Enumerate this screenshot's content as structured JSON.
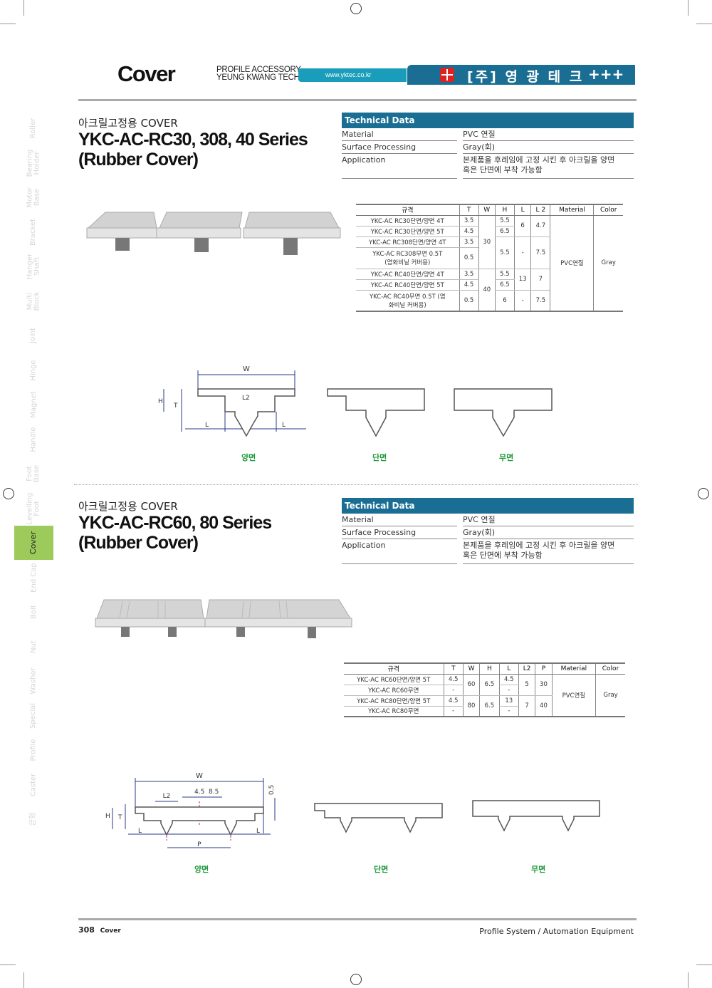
{
  "header": {
    "title": "Cover",
    "sub_line1": "PROFILE ACCESSORY",
    "sub_line2": "YEUNG KWANG TECH",
    "url": "www.yktec.co.kr",
    "company": "[주] 영 광 테 크",
    "plus": "+++",
    "accent": "#1a6e93"
  },
  "sidebar": {
    "items": [
      "Roller",
      "Bearing\nHolder",
      "Motor\nBase",
      "Bracket",
      "Hanger\nShaft",
      "Multi\nBlock",
      "Joint",
      "Hinge",
      "Magnet",
      "Handle",
      "Foot\nBase",
      "Levelling\nFoot",
      "Cover",
      "End Cap",
      "Bolt",
      "Nut",
      "Washer",
      "Special",
      "Profile",
      "Caster",
      "금형"
    ],
    "active": "Cover",
    "active_color": "#9ccb5b"
  },
  "section1": {
    "kr_label": "아크릴고정용 COVER",
    "title_line1": "YKC-AC-RC30, 308, 40 Series",
    "title_line2": "(Rubber Cover)",
    "tech": {
      "heading": "Technical Data",
      "rows": [
        {
          "k": "Material",
          "v": "PVC 연질"
        },
        {
          "k": "Surface Processing",
          "v": "Gray(회)"
        },
        {
          "k": "Application",
          "v": "본제품을 후레임에 고정 시킨 후 아크릴을 양면 혹은 단면에 부착 가능함"
        }
      ]
    },
    "table": {
      "headers": [
        "규격",
        "T",
        "W",
        "H",
        "L",
        "L 2",
        "Material",
        "Color"
      ],
      "spec": [
        "YKC-AC RC30단면/양면 4T",
        "YKC-AC RC30단면/양면 5T",
        "YKC-AC RC308단면/양면 4T",
        "YKC-AC RC308무면 0.5T (염화비닐 커버용)",
        "YKC-AC RC40단면/양면 4T",
        "YKC-AC RC40단면/양면 5T",
        "YKC-AC RC40무면 0.5T (염화비닐 커버용)"
      ],
      "T": [
        "3.5",
        "4.5",
        "3.5",
        "0.5",
        "3.5",
        "4.5",
        "0.5"
      ],
      "W": [
        "30",
        "40"
      ],
      "H": [
        "5.5",
        "6.5",
        "5.5",
        "5.5",
        "6.5",
        "6"
      ],
      "L": [
        "6",
        "-",
        "13",
        "-"
      ],
      "L2": [
        "4.7",
        "7.5",
        "7",
        "7.5"
      ],
      "material": "PVC연질",
      "color": "Gray"
    },
    "diagram": {
      "W": "W",
      "H": "H",
      "T": "T",
      "L": "L",
      "L2": "L2"
    },
    "captions": [
      "양면",
      "단면",
      "무면"
    ]
  },
  "section2": {
    "kr_label": "아크릴고정용 COVER",
    "title_line1": "YKC-AC-RC60, 80 Series",
    "title_line2": "(Rubber Cover)",
    "tech": {
      "heading": "Technical Data",
      "rows": [
        {
          "k": "Material",
          "v": "PVC 연질"
        },
        {
          "k": "Surface Processing",
          "v": "Gray(회)"
        },
        {
          "k": "Application",
          "v": "본제품을 후레임에 고정 시킨 후 아크릴을 양면 혹은 단면에 부착 가능함"
        }
      ]
    },
    "table": {
      "headers": [
        "규격",
        "T",
        "W",
        "H",
        "L",
        "L2",
        "P",
        "Material",
        "Color"
      ],
      "spec": [
        "YKC-AC RC60단면/양면 5T",
        "YKC-AC RC60무면",
        "YKC-AC RC80단면/양면 5T",
        "YKC-AC RC80무면"
      ],
      "T": [
        "4.5",
        "-",
        "4.5",
        "-"
      ],
      "W": [
        "60",
        "80"
      ],
      "H": [
        "6.5",
        "6.5"
      ],
      "L": [
        "4.5",
        "-",
        "13",
        "-"
      ],
      "L2": [
        "5",
        "7"
      ],
      "P": [
        "30",
        "40"
      ],
      "material": "PVC연질",
      "color": "Gray"
    },
    "diagram": {
      "W": "W",
      "H": "H",
      "T": "T",
      "L": "L",
      "L2": "L2",
      "P": "P",
      "d1": "4.5",
      "d2": "8.5",
      "d3": "0.5"
    },
    "captions": [
      "양면",
      "단면",
      "무면"
    ]
  },
  "footer": {
    "page": "308",
    "section": "Cover",
    "right": "Profile System / Automation Equipment"
  }
}
